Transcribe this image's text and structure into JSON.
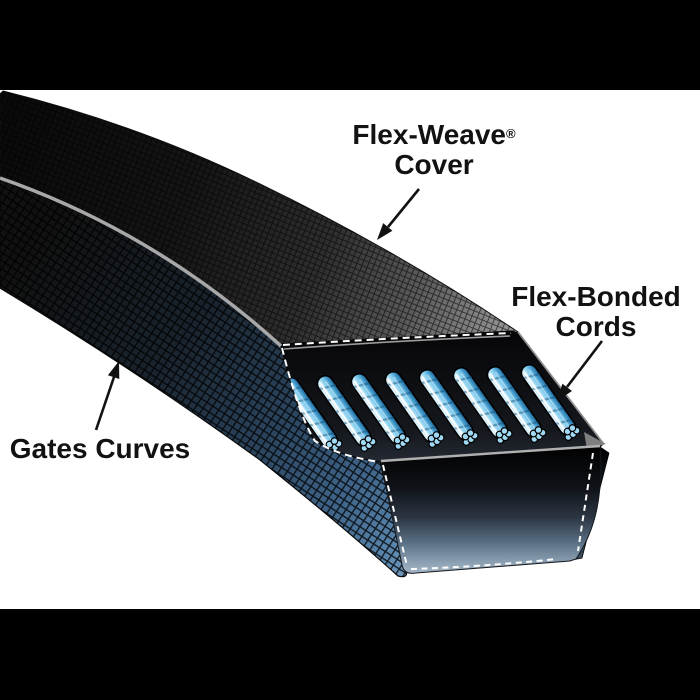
{
  "page": {
    "background_color": "#ffffff",
    "letterbox_color": "#000000"
  },
  "labels": {
    "cover": {
      "line1": "Flex-Weave",
      "registered_mark": "®",
      "line2": "Cover"
    },
    "cords": {
      "line1": "Flex-Bonded",
      "line2": "Cords"
    },
    "gates": {
      "text": "Gates Curves"
    }
  },
  "illustration": {
    "subject": "v-belt-cutaway-diagram",
    "cord_count": 8,
    "features": [
      "Flex-Weave Cover (woven fabric outer cover)",
      "Flex-Bonded Cords (blue tensile cords exposed at cut)",
      "Gates Curves (curved belt side)"
    ],
    "colors": {
      "cord_blue": "#7cc8ec",
      "cord_shadow_blue": "#1d5f8e",
      "weave_steel_blue": "#3f6489",
      "cover_gray": "#979797",
      "stripe_gray": "#a8a8a8",
      "stitch_white": "#ffffff",
      "rubber_black": "#0a0a0a",
      "text_black": "#121212"
    }
  }
}
